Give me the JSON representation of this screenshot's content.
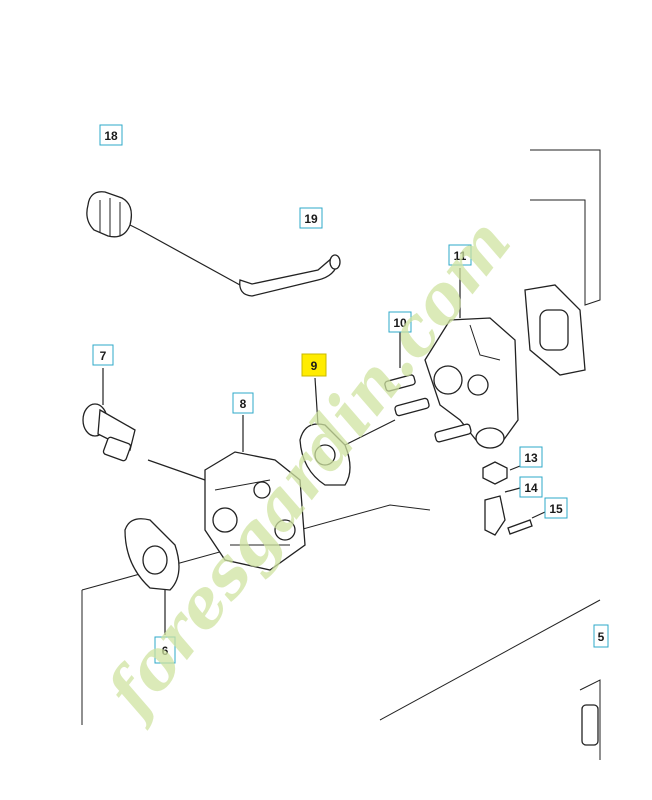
{
  "callouts": [
    {
      "id": "c18",
      "num": "18"
    },
    {
      "id": "c19",
      "num": "19"
    },
    {
      "id": "c11",
      "num": "11"
    },
    {
      "id": "c10",
      "num": "10"
    },
    {
      "id": "c9",
      "num": "9",
      "highlighted": true
    },
    {
      "id": "c7",
      "num": "7"
    },
    {
      "id": "c8",
      "num": "8"
    },
    {
      "id": "c13",
      "num": "13"
    },
    {
      "id": "c14",
      "num": "14"
    },
    {
      "id": "c15",
      "num": "15"
    },
    {
      "id": "c6",
      "num": "6"
    },
    {
      "id": "c5",
      "num": "5"
    }
  ],
  "watermark": {
    "text": "foresgardin.com",
    "color": "#cfe3a0"
  },
  "colors": {
    "highlight": "#ffec00",
    "callout_border": "#2ea8c8",
    "line": "#222222"
  }
}
